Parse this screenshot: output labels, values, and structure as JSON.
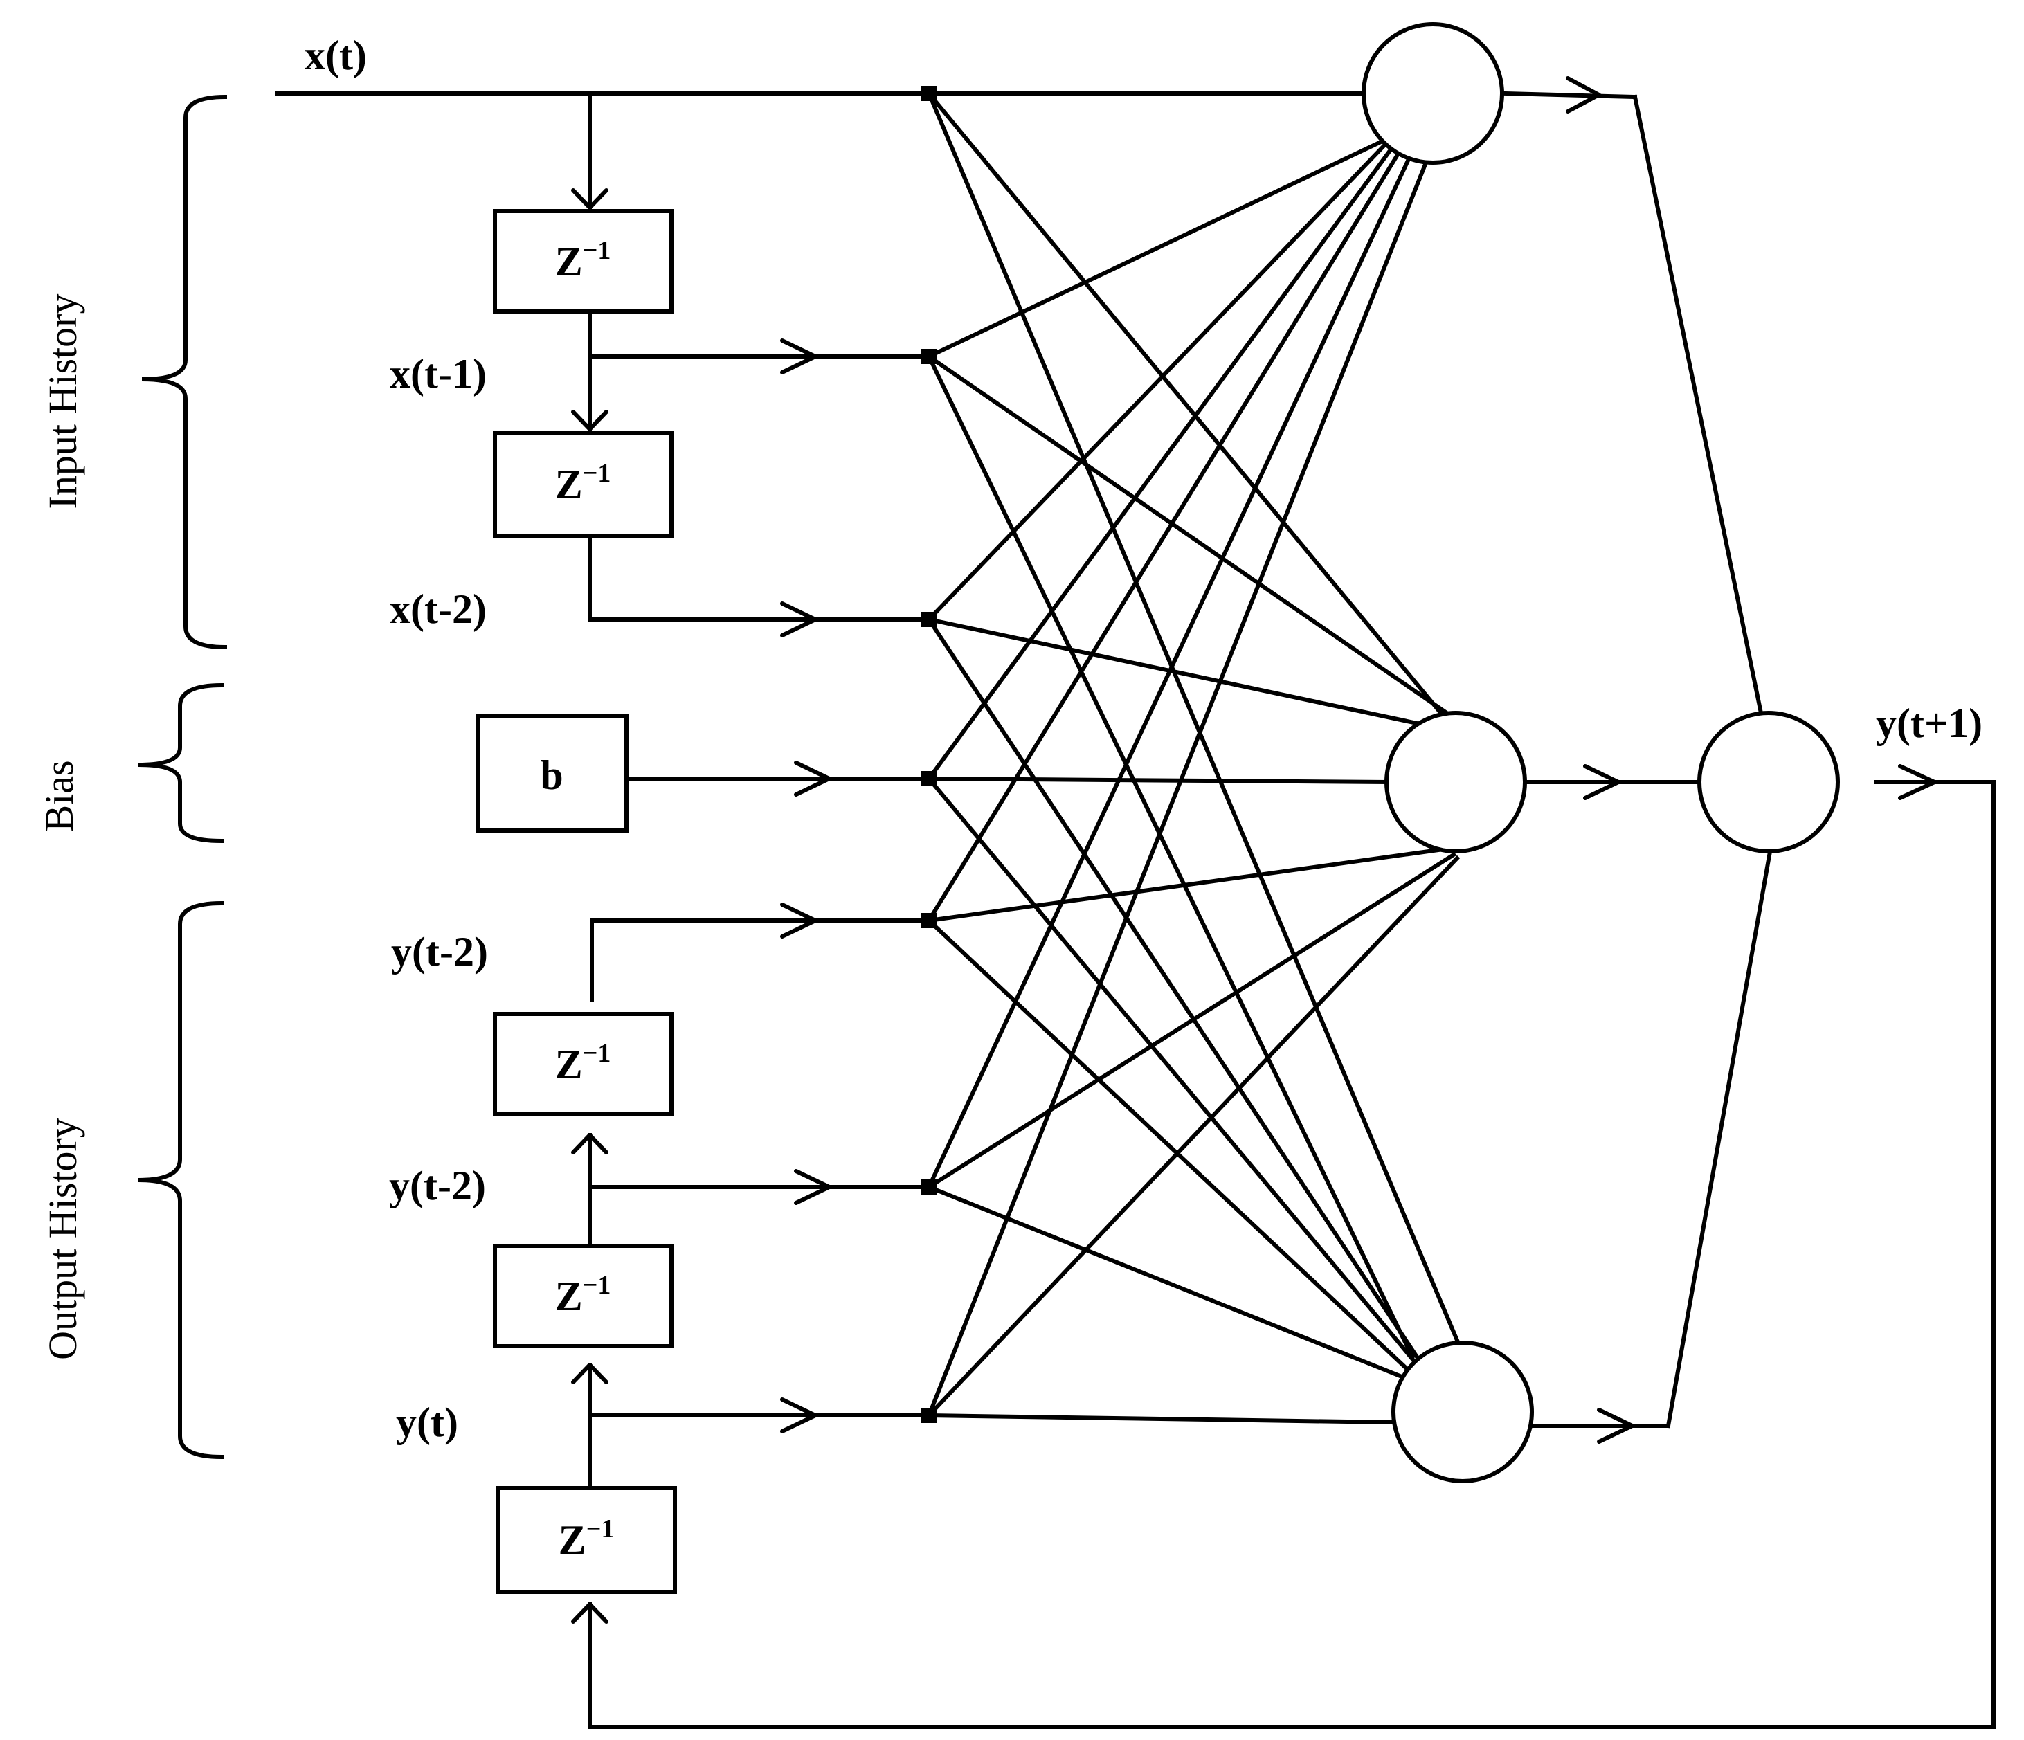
{
  "groups": {
    "input_history": "Input History",
    "bias": "Bias",
    "output_history": "Output History"
  },
  "signals": {
    "x_t": "x(t)",
    "x_t1": "x(t-1)",
    "x_t2": "x(t-2)",
    "y_t2_top": "y(t-2)",
    "y_t2_mid": "y(t-2)",
    "y_t": "y(t)",
    "y_next": "y(t+1)"
  },
  "delay_block": {
    "base": "Z",
    "exponent": "−1"
  },
  "bias_block": {
    "label": "b"
  }
}
